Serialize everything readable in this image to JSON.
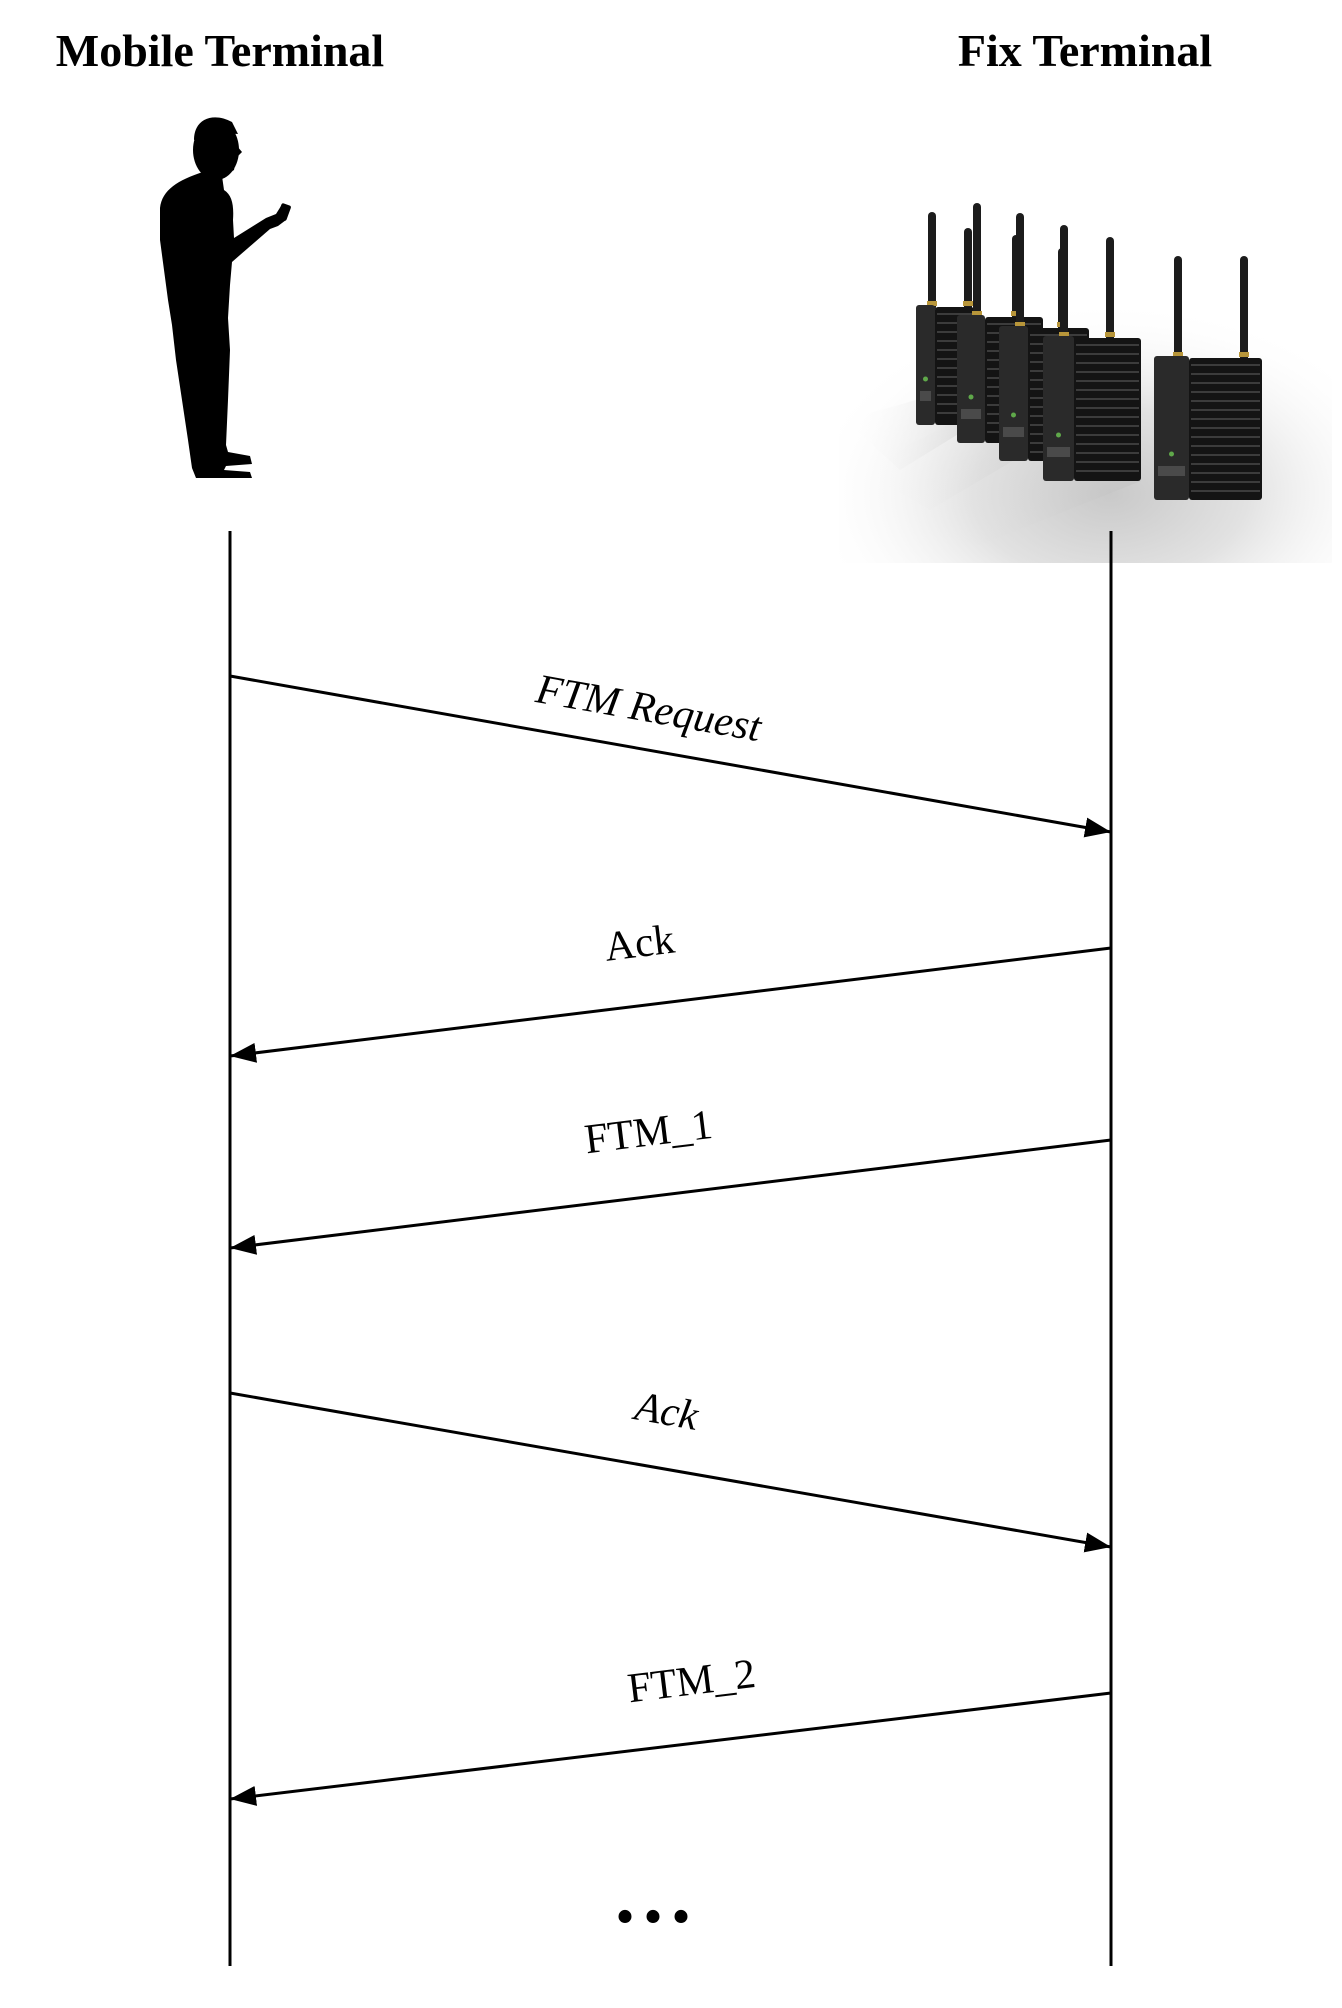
{
  "participants": [
    {
      "name": "Mobile Terminal",
      "icon": "person-silhouette-icon"
    },
    {
      "name": "Fix Terminal",
      "icon": "wireless-router-icon"
    }
  ],
  "messages": [
    {
      "label": "FTM Request",
      "from": 0,
      "to": 1
    },
    {
      "label": "Ack",
      "from": 1,
      "to": 0
    },
    {
      "label": "FTM_1",
      "from": 1,
      "to": 0
    },
    {
      "label": "Ack",
      "from": 0,
      "to": 1
    },
    {
      "label": "FTM_2",
      "from": 1,
      "to": 0
    }
  ],
  "continuation": "..."
}
